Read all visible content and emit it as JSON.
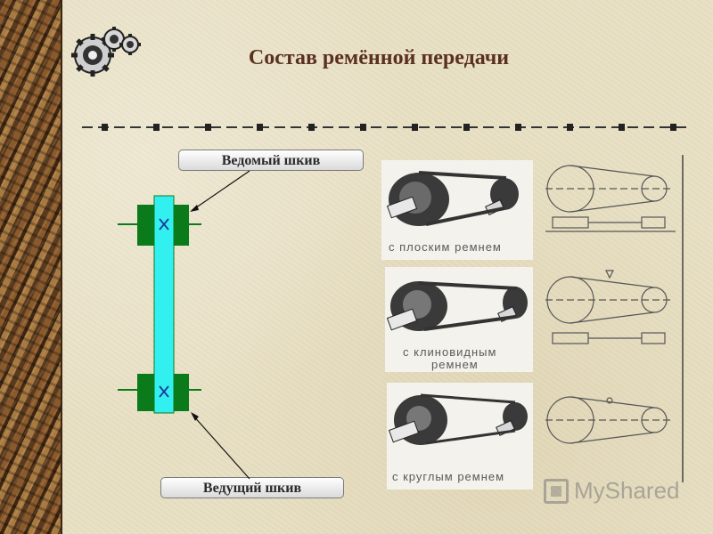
{
  "title": "Состав ремённой передачи",
  "labels": {
    "driven_pulley": "Ведомый шкив",
    "driving_pulley": "Ведущий шкив"
  },
  "figure_captions": {
    "flat": "с плоским ремнем",
    "v_belt_line1": "с клиновидным",
    "v_belt_line2": "ремнем",
    "round": "с круглым ремнем"
  },
  "watermark": "MyShared",
  "colors": {
    "belt": "#33f0f0",
    "pulley": "#0a7a1a",
    "title": "#5a3020",
    "divider_dash": "#333333"
  }
}
